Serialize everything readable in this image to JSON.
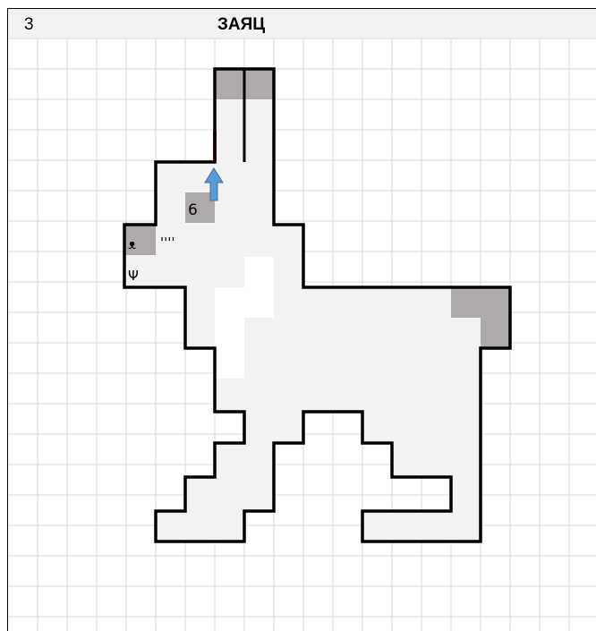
{
  "header": {
    "number": "3",
    "title": "ЗАЯЦ"
  },
  "colors": {
    "grid_line": "#d9d9d9",
    "fill_light": "#f2f2f2",
    "fill_dark": "#aeaaaa",
    "outline": "#000000",
    "red_mark": "#ff0000",
    "arrow": "#5b9bd5"
  },
  "symbols": {
    "eye": "6",
    "nose": "ᴥ",
    "whiskers": "''''",
    "mouth": "Ψ"
  }
}
